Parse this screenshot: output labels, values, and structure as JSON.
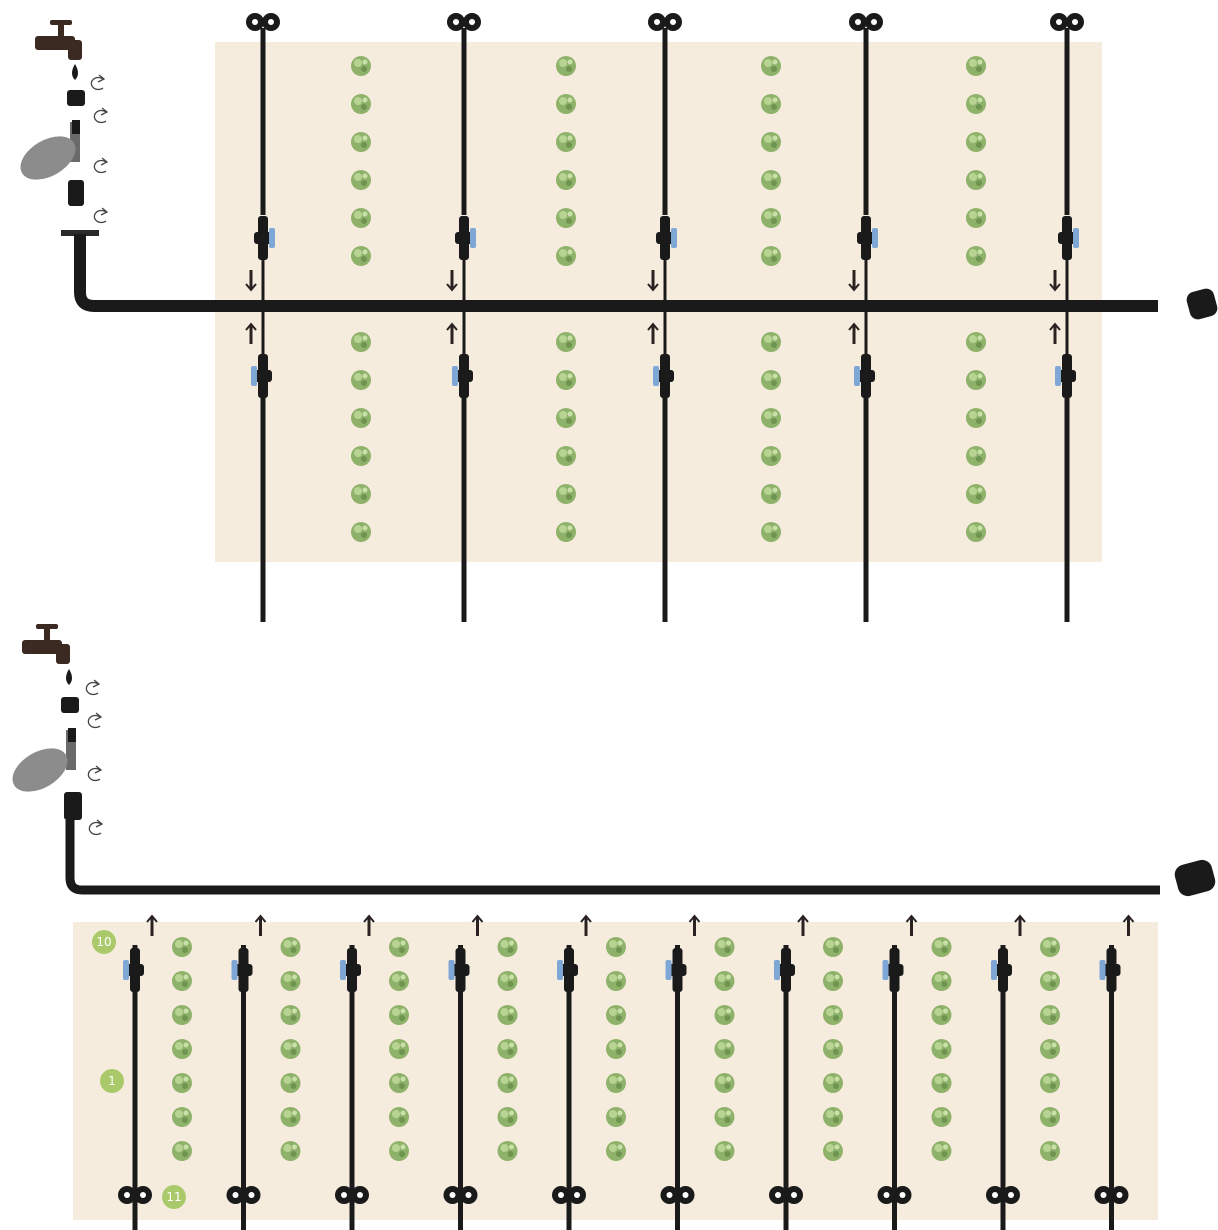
{
  "colors": {
    "field": "#f6ecde",
    "pipe": "#1a1a1a",
    "plant": "#8fb26b",
    "valve_handle": "#7fa7d6",
    "faucet": "#3b2a22",
    "filter": "#8c8c8c",
    "badge": "#a9c96a"
  },
  "icons": {
    "faucet": "faucet-icon",
    "drop": "water-drop-icon",
    "adapter": "adapter-icon",
    "filter": "filter-icon",
    "connector": "connector-icon",
    "rotate": "rotate-arrow-icon",
    "valve": "ball-valve-icon",
    "end_cap": "end-cap-icon",
    "figure_eight": "figure-eight-end-icon",
    "plant": "lettuce-icon",
    "arrow": "flow-arrow-icon"
  },
  "top_layout": {
    "laterals_per_side": 5,
    "plants_per_row": 6,
    "plant_columns": 4
  },
  "bottom_layout": {
    "laterals": 10,
    "plants_per_row": 7,
    "plant_columns": 9
  },
  "badges": [
    "10",
    "1",
    "11"
  ]
}
